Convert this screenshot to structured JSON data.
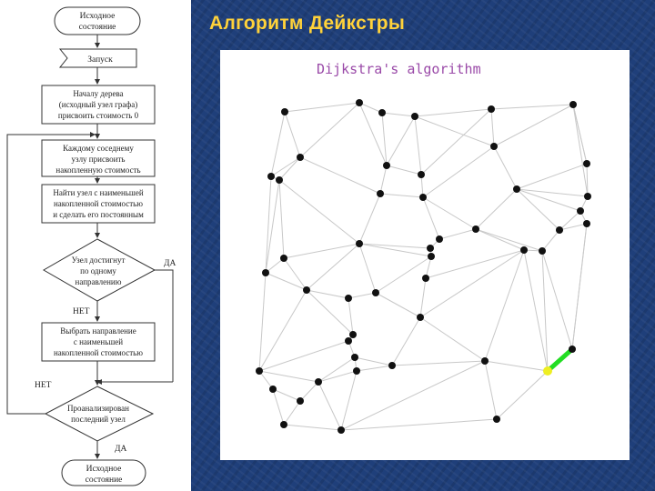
{
  "title": "Алгоритм Дейкстры",
  "flowchart": {
    "start": [
      "Исходное",
      "состояние"
    ],
    "launch": "Запуск",
    "init": [
      "Началу дерева",
      "(исходный узел графа)",
      "присвоить стоимость 0"
    ],
    "assign": [
      "Каждому соседнему",
      "узлу присвоить",
      "накопленную стоимость"
    ],
    "find": [
      "Найти узел с наименьшей",
      "накопленной стоимостью",
      "и сделать его постоянным"
    ],
    "reached": [
      "Узел достигнут",
      "по одному",
      "направлению"
    ],
    "choose": [
      "Выбрать направление",
      "с наименьшей",
      "накопленной стоимостью"
    ],
    "analyzed": [
      "Проанализирован",
      "последний узел"
    ],
    "end": [
      "Исходное",
      "состояние"
    ],
    "yes_label": "ДА",
    "no_label": "НЕТ",
    "no_label2": "НЕТ",
    "yes_label2": "ДА"
  },
  "graph": {
    "caption": "Dijkstra's algorithm",
    "edge_color": "#c8c8c8",
    "node_color": "#111111",
    "path_color": "#22dd22",
    "source_color": "#eeee22"
  }
}
